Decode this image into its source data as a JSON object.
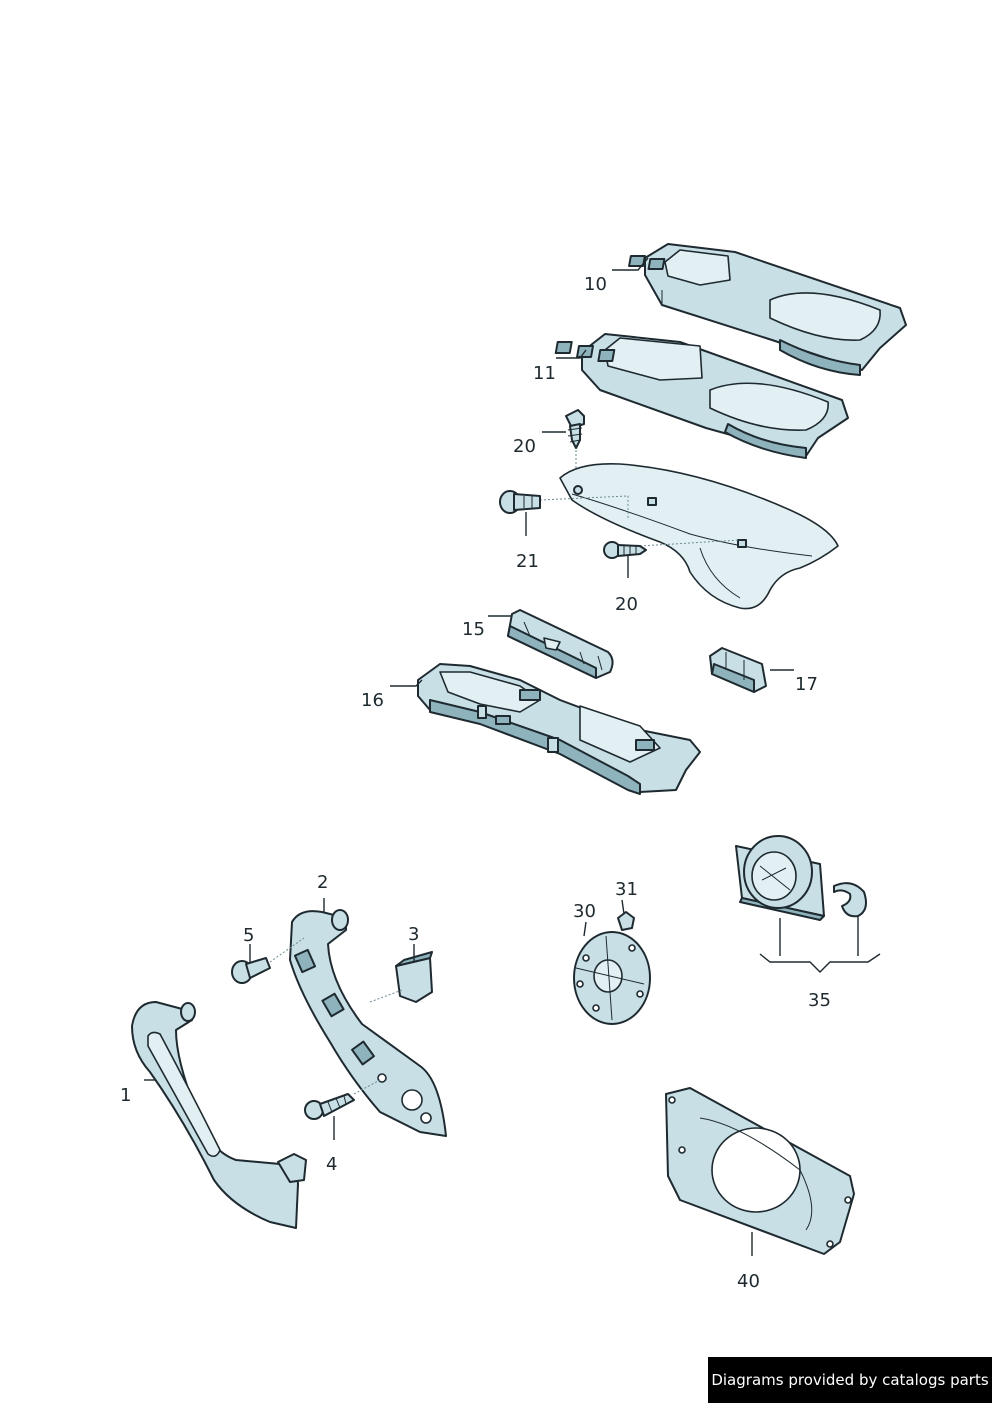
{
  "callouts": {
    "c1": "1",
    "c2": "2",
    "c3": "3",
    "c4": "4",
    "c5": "5",
    "c10": "10",
    "c11": "11",
    "c15": "15",
    "c16": "16",
    "c17": "17",
    "c20a": "20",
    "c20b": "20",
    "c21": "21",
    "c30": "30",
    "c31": "31",
    "c35": "35",
    "c40": "40"
  },
  "watermark": "Diagrams provided by catalogs parts",
  "colors": {
    "part_fill": "#c7dfe5",
    "line": "#1e2a30",
    "background": "#ffffff"
  }
}
